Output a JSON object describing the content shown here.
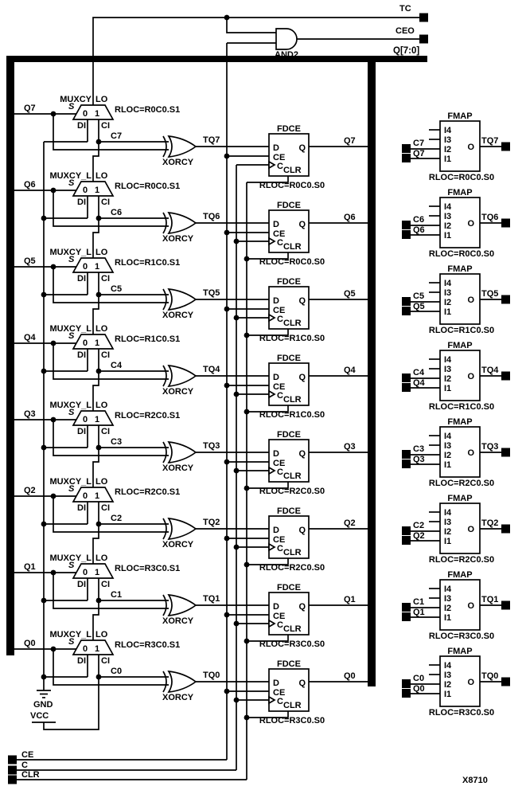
{
  "header": {
    "tc": "TC",
    "ceo": "CEO",
    "and_gate": "AND2",
    "bus": "Q[7:0]"
  },
  "controls": {
    "ce": "CE",
    "c": "C",
    "clr": "CLR"
  },
  "power": {
    "gnd": "GND",
    "vcc": "VCC"
  },
  "figure_id": "X8710",
  "xorcy": "XORCY",
  "mux_pins": {
    "s": "S",
    "zero": "0",
    "one": "1",
    "di": "DI",
    "ci": "CI",
    "lo": "LO"
  },
  "fdce_pins": {
    "title": "FDCE",
    "d": "D",
    "q": "Q",
    "ce": "CE",
    "c": "C",
    "clr": "CLR"
  },
  "fmap_pins": {
    "title": "FMAP",
    "i4": "I4",
    "i3": "I3",
    "i2": "I2",
    "i1": "I1",
    "o": "O"
  },
  "rows": [
    {
      "q": "Q7",
      "mux_name": "MUXCY",
      "mux_rloc": "RLOC=R0C0.S1",
      "c": "C7",
      "tq": "TQ7",
      "ff_rloc": "RLOC=R0C0.S0",
      "fmap_rloc": "RLOC=R0C0.S0"
    },
    {
      "q": "Q6",
      "mux_name": "MUXCY_L",
      "mux_rloc": "RLOC=R0C0.S1",
      "c": "C6",
      "tq": "TQ6",
      "ff_rloc": "RLOC=R0C0.S0",
      "fmap_rloc": "RLOC=R0C0.S0"
    },
    {
      "q": "Q5",
      "mux_name": "MUXCY_L",
      "mux_rloc": "RLOC=R1C0.S1",
      "c": "C5",
      "tq": "TQ5",
      "ff_rloc": "RLOC=R1C0.S0",
      "fmap_rloc": "RLOC=R1C0.S0"
    },
    {
      "q": "Q4",
      "mux_name": "MUXCY_L",
      "mux_rloc": "RLOC=R1C0.S1",
      "c": "C4",
      "tq": "TQ4",
      "ff_rloc": "RLOC=R1C0.S0",
      "fmap_rloc": "RLOC=R1C0.S0"
    },
    {
      "q": "Q3",
      "mux_name": "MUXCY_L",
      "mux_rloc": "RLOC=R2C0.S1",
      "c": "C3",
      "tq": "TQ3",
      "ff_rloc": "RLOC=R2C0.S0",
      "fmap_rloc": "RLOC=R2C0.S0"
    },
    {
      "q": "Q2",
      "mux_name": "MUXCY_L",
      "mux_rloc": "RLOC=R2C0.S1",
      "c": "C2",
      "tq": "TQ2",
      "ff_rloc": "RLOC=R2C0.S0",
      "fmap_rloc": "RLOC=R2C0.S0"
    },
    {
      "q": "Q1",
      "mux_name": "MUXCY_L",
      "mux_rloc": "RLOC=R3C0.S1",
      "c": "C1",
      "tq": "TQ1",
      "ff_rloc": "RLOC=R3C0.S0",
      "fmap_rloc": "RLOC=R3C0.S0"
    },
    {
      "q": "Q0",
      "mux_name": "MUXCY_L",
      "mux_rloc": "RLOC=R3C0.S1",
      "c": "C0",
      "tq": "TQ0",
      "ff_rloc": "RLOC=R3C0.S0",
      "fmap_rloc": "RLOC=R3C0.S0"
    }
  ],
  "colors": {
    "ink": "#000000",
    "paper": "#ffffff"
  }
}
